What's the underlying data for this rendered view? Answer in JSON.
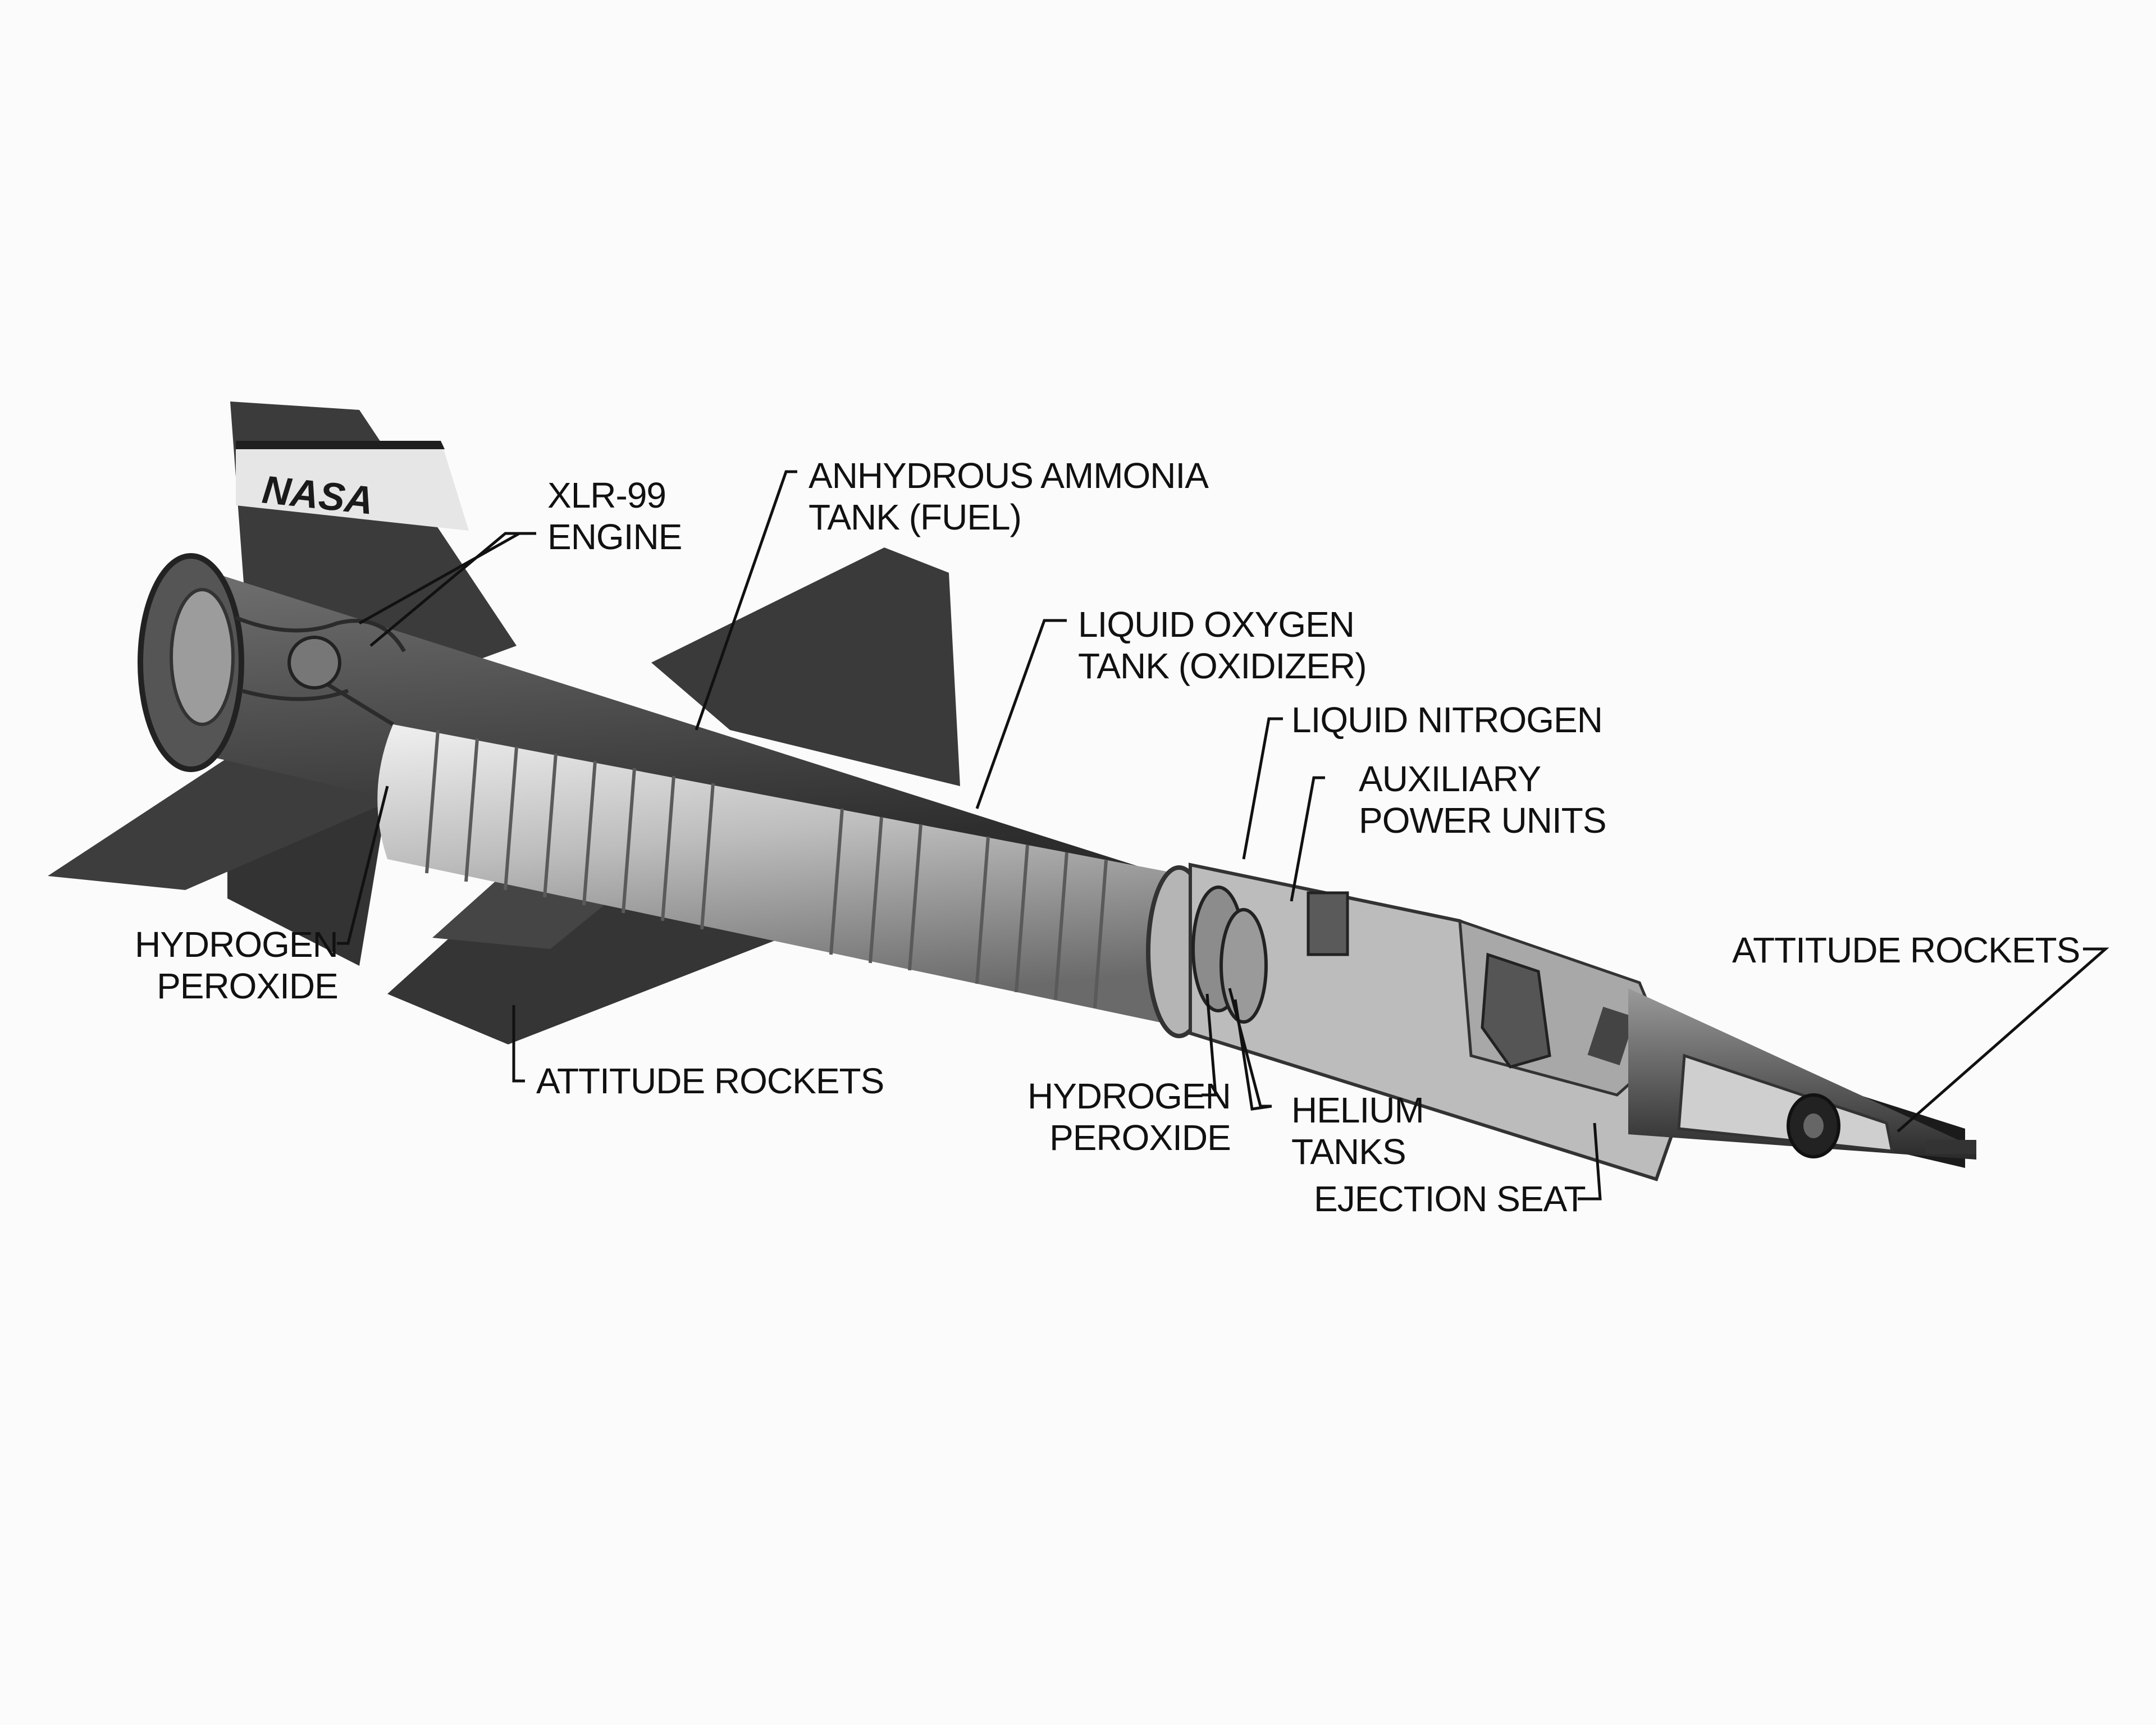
{
  "tail_logo": "NASA",
  "labels": {
    "engine": [
      "XLR-99",
      "ENGINE"
    ],
    "fuel_tank": [
      "ANHYDROUS AMMONIA",
      "TANK (FUEL)"
    ],
    "lox_tank": [
      "LIQUID OXYGEN",
      "TANK (OXIDIZER)"
    ],
    "liquid_nitrogen": [
      "LIQUID NITROGEN"
    ],
    "apu": [
      "AUXILIARY",
      "POWER UNITS"
    ],
    "attitude_rockets_nose": [
      "ATTITUDE ROCKETS"
    ],
    "hydrogen_peroxide_aft": [
      "HYDROGEN",
      "PEROXIDE"
    ],
    "attitude_rockets_wing": [
      "ATTITUDE ROCKETS"
    ],
    "hydrogen_peroxide_fwd": [
      "HYDROGEN",
      "PEROXIDE"
    ],
    "helium_tanks": [
      "HELIUM",
      "TANKS"
    ],
    "ejection_seat": [
      "EJECTION SEAT"
    ]
  },
  "colors": {
    "background": "#fbfbfb",
    "airframe_dark": "#3a3a3a",
    "tank_light": "#cfcfcf",
    "leader_line": "#111111"
  }
}
